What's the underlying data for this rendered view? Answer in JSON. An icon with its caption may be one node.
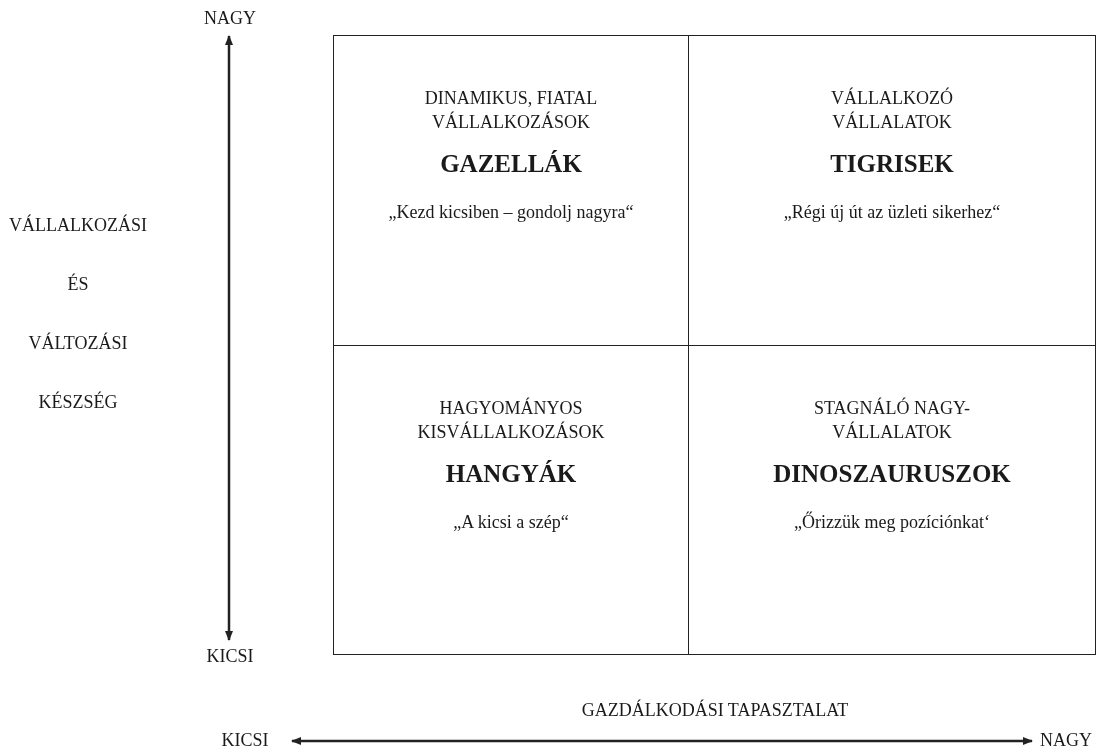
{
  "diagram": {
    "nodes": [
      {
        "text": [
          "DINAMIKUS, FIATAL VÁLLALKOZÁSOK",
          "GAZELLÁK",
          "„Kezd kicsiben – gondolj nagyra“"
        ]
      },
      {
        "text": [
          "VÁLLALKOZÓ VÁLLALATOK",
          "TIGRISEK",
          "„Régi új út az üzleti sikerhez“"
        ]
      },
      {
        "text": [
          "HAGYOMÁNYOS KISVÁLLALKOZÁSOK",
          "HANGYÁK",
          "„A kicsi a szép“"
        ]
      },
      {
        "text": [
          "STAGNÁLÓ NAGY-VÁLLALATOK",
          "DINOSZAURUSZOK",
          "„Őrizzük meg pozíciónkat‘"
        ]
      }
    ],
    "labels": [
      "NAGY",
      "VÁLLALKOZÁSI ÉS VÁLTOZÁSI KÉSZSÉG",
      "KICSI",
      "GAZDÁLKODÁSI TAPASZTALAT",
      "KICSI",
      "NAGY"
    ]
  }
}
